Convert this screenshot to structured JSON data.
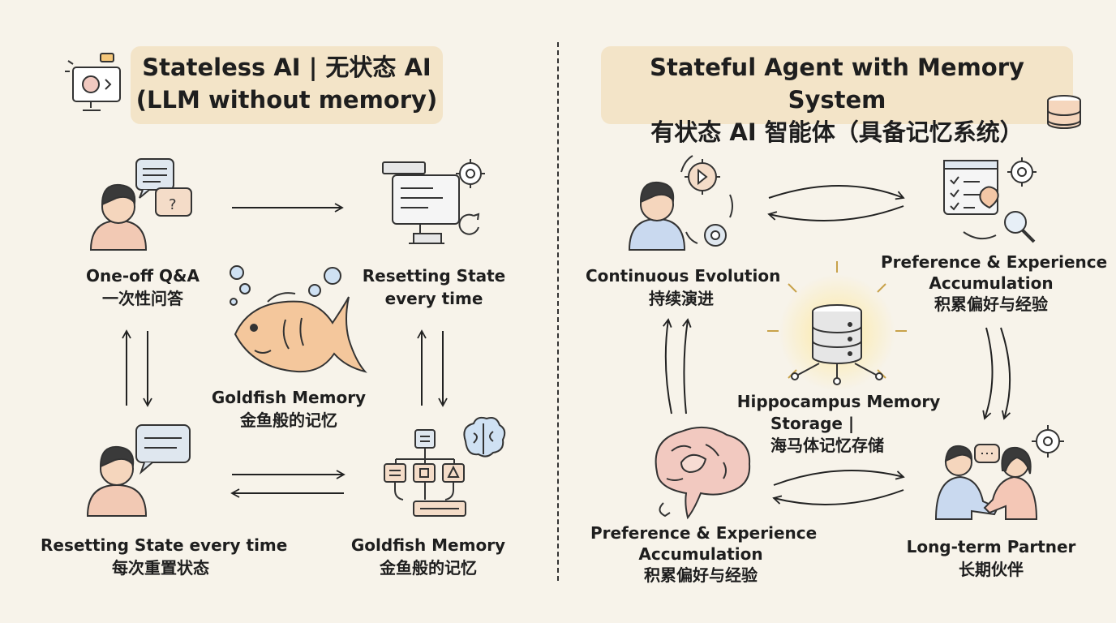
{
  "left_panel": {
    "title_line1": "Stateless AI | 无状态 AI",
    "title_line2": "(LLM without memory)",
    "nodes": {
      "qa": {
        "en": "One-off Q&A",
        "zh": "一次性问答"
      },
      "reset_top": {
        "en": "Resetting State",
        "en2": "every time"
      },
      "goldfish_center": {
        "en": "Goldfish Memory",
        "zh": "金鱼般的记忆"
      },
      "reset_bottom": {
        "en": "Resetting State every time",
        "zh": "每次重置状态"
      },
      "goldfish_bottom": {
        "en": "Goldfish Memory",
        "zh": "金鱼般的记忆"
      }
    }
  },
  "right_panel": {
    "title_line1": "Stateful Agent with Memory System",
    "title_line2": "有状态 AI 智能体（具备记忆系统）",
    "nodes": {
      "evolution": {
        "en": "Continuous Evolution",
        "zh": "持续演进"
      },
      "preference_top": {
        "en": "Preference & Experience",
        "en2": "Accumulation",
        "zh": "积累偏好与经验"
      },
      "hippocampus": {
        "en": "Hippocampus Memory",
        "en2": "Storage |",
        "zh": "海马体记忆存储"
      },
      "preference_bottom": {
        "en": "Preference & Experience",
        "en2": "Accumulation",
        "zh": "积累偏好与经验"
      },
      "partner": {
        "en": "Long-term Partner",
        "zh": "长期伙伴"
      }
    }
  },
  "colors": {
    "background": "#f7f3ea",
    "title_box": "#f3e4c8",
    "skin": "#f5d6bd",
    "shirt_left": "#f2c9b4",
    "shirt_right": "#c9d9ef",
    "goldfish": "#f4c79c",
    "accent_blue": "#bcd3ee",
    "glow": "#fde9a0"
  },
  "icons": [
    "monitor-brain-icon",
    "person-icon",
    "chat-bubble-icon",
    "computer-gear-icon",
    "goldfish-icon",
    "flowchart-icon",
    "brain-icon",
    "database-icon",
    "gear-icon",
    "checklist-icon",
    "handshake-icon"
  ]
}
